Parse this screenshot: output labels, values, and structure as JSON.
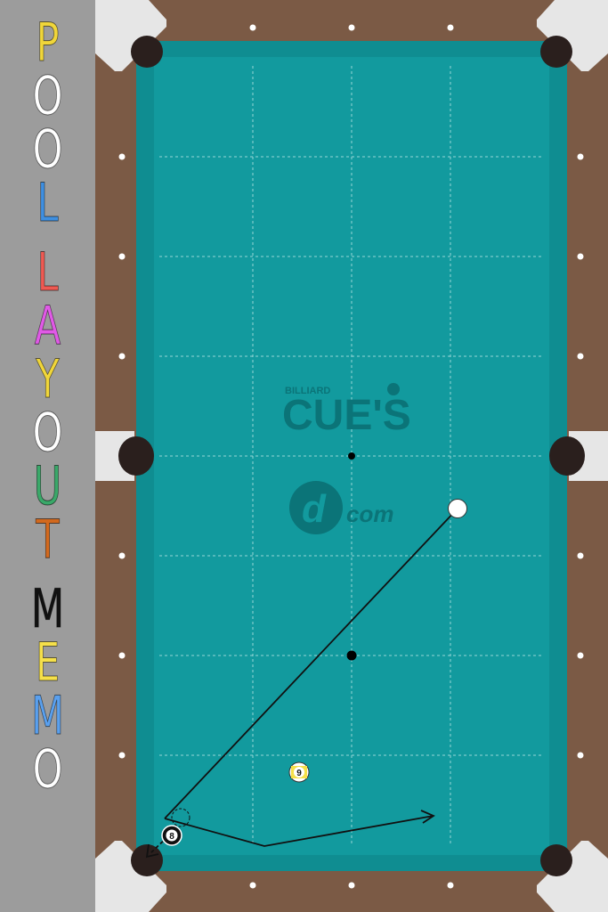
{
  "sidebar": {
    "title_lines": [
      [
        {
          "ch": "P",
          "color": "#f0d63a"
        },
        {
          "ch": "O",
          "color": "#ffffff"
        },
        {
          "ch": "O",
          "color": "#ffffff"
        },
        {
          "ch": "L",
          "color": "#3f8fe0"
        }
      ],
      [
        {
          "ch": "L",
          "color": "#ee5a52"
        },
        {
          "ch": "A",
          "color": "#e05ae6"
        },
        {
          "ch": "Y",
          "color": "#f0d63a"
        },
        {
          "ch": "O",
          "color": "#ffffff"
        },
        {
          "ch": "U",
          "color": "#3aa869"
        },
        {
          "ch": "T",
          "color": "#d2691e"
        }
      ],
      [
        {
          "ch": "M",
          "color": "#111111"
        },
        {
          "ch": "E",
          "color": "#f5e04a"
        },
        {
          "ch": "M",
          "color": "#5aa0ee"
        },
        {
          "ch": "O",
          "color": "#ffffff"
        }
      ]
    ]
  },
  "table": {
    "cloth_color": "#129a9e",
    "cushion_color": "#0f8d91",
    "rail_color": "#7b5a45",
    "corner_color": "#e8e8e8",
    "pocket_color": "#2a1f1d",
    "logo": {
      "small_text": "BILLIARD",
      "main_text": "CUE'S",
      "sub_text": "com",
      "mark_text": "d",
      "color": "#0b7478"
    }
  },
  "balls": [
    {
      "id": "cue",
      "label": "",
      "color": "#ffffff",
      "stripe": false
    },
    {
      "id": "nine",
      "label": "9",
      "color": "#f5e04a",
      "stripe": true
    },
    {
      "id": "eight",
      "label": "8",
      "color": "#111111",
      "stripe": false
    }
  ]
}
